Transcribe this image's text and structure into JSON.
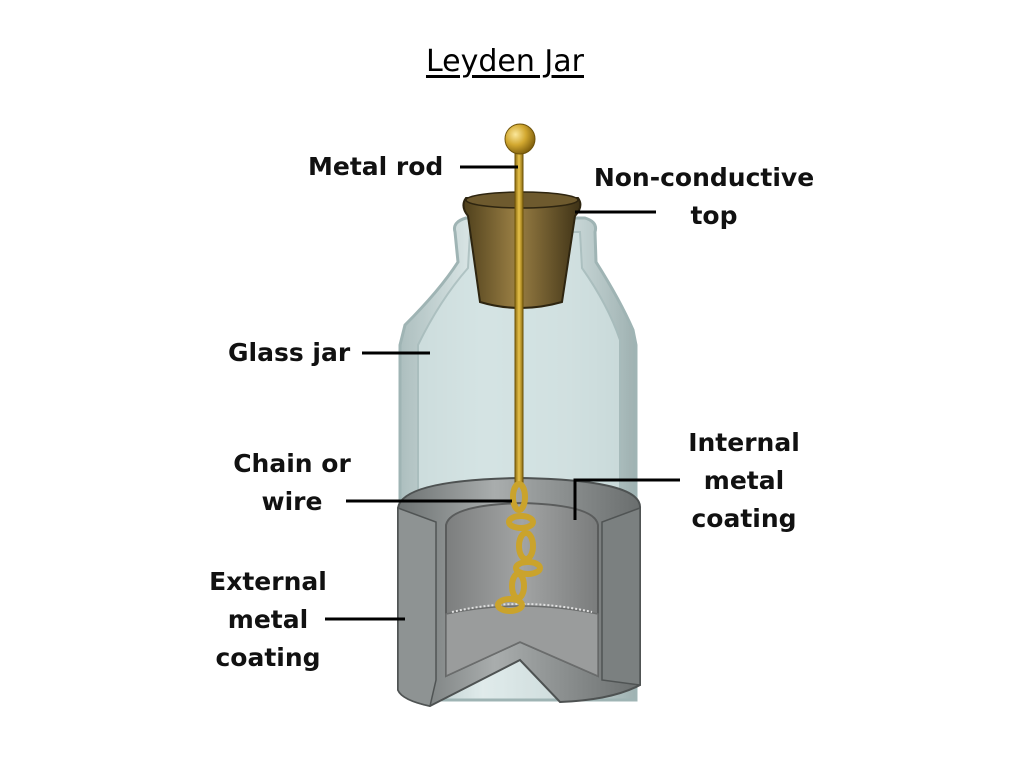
{
  "title": "Leyden Jar",
  "labels": {
    "metal_rod": [
      "Metal rod"
    ],
    "non_conductive_top": [
      "Non-conductive",
      "top"
    ],
    "glass_jar": [
      "Glass jar"
    ],
    "chain_or_wire": [
      "Chain or",
      "wire"
    ],
    "internal_metal_coating": [
      "Internal",
      "metal",
      "coating"
    ],
    "external_metal_coating": [
      "External",
      "metal",
      "coating"
    ]
  },
  "colors": {
    "glass": "#c8dcdc",
    "glass_edge": "#8fa8a8",
    "metal_coating": "#8a8a8a",
    "brass": "#c9a227",
    "stopper": "#6e5a2e",
    "leader": "#000000"
  }
}
